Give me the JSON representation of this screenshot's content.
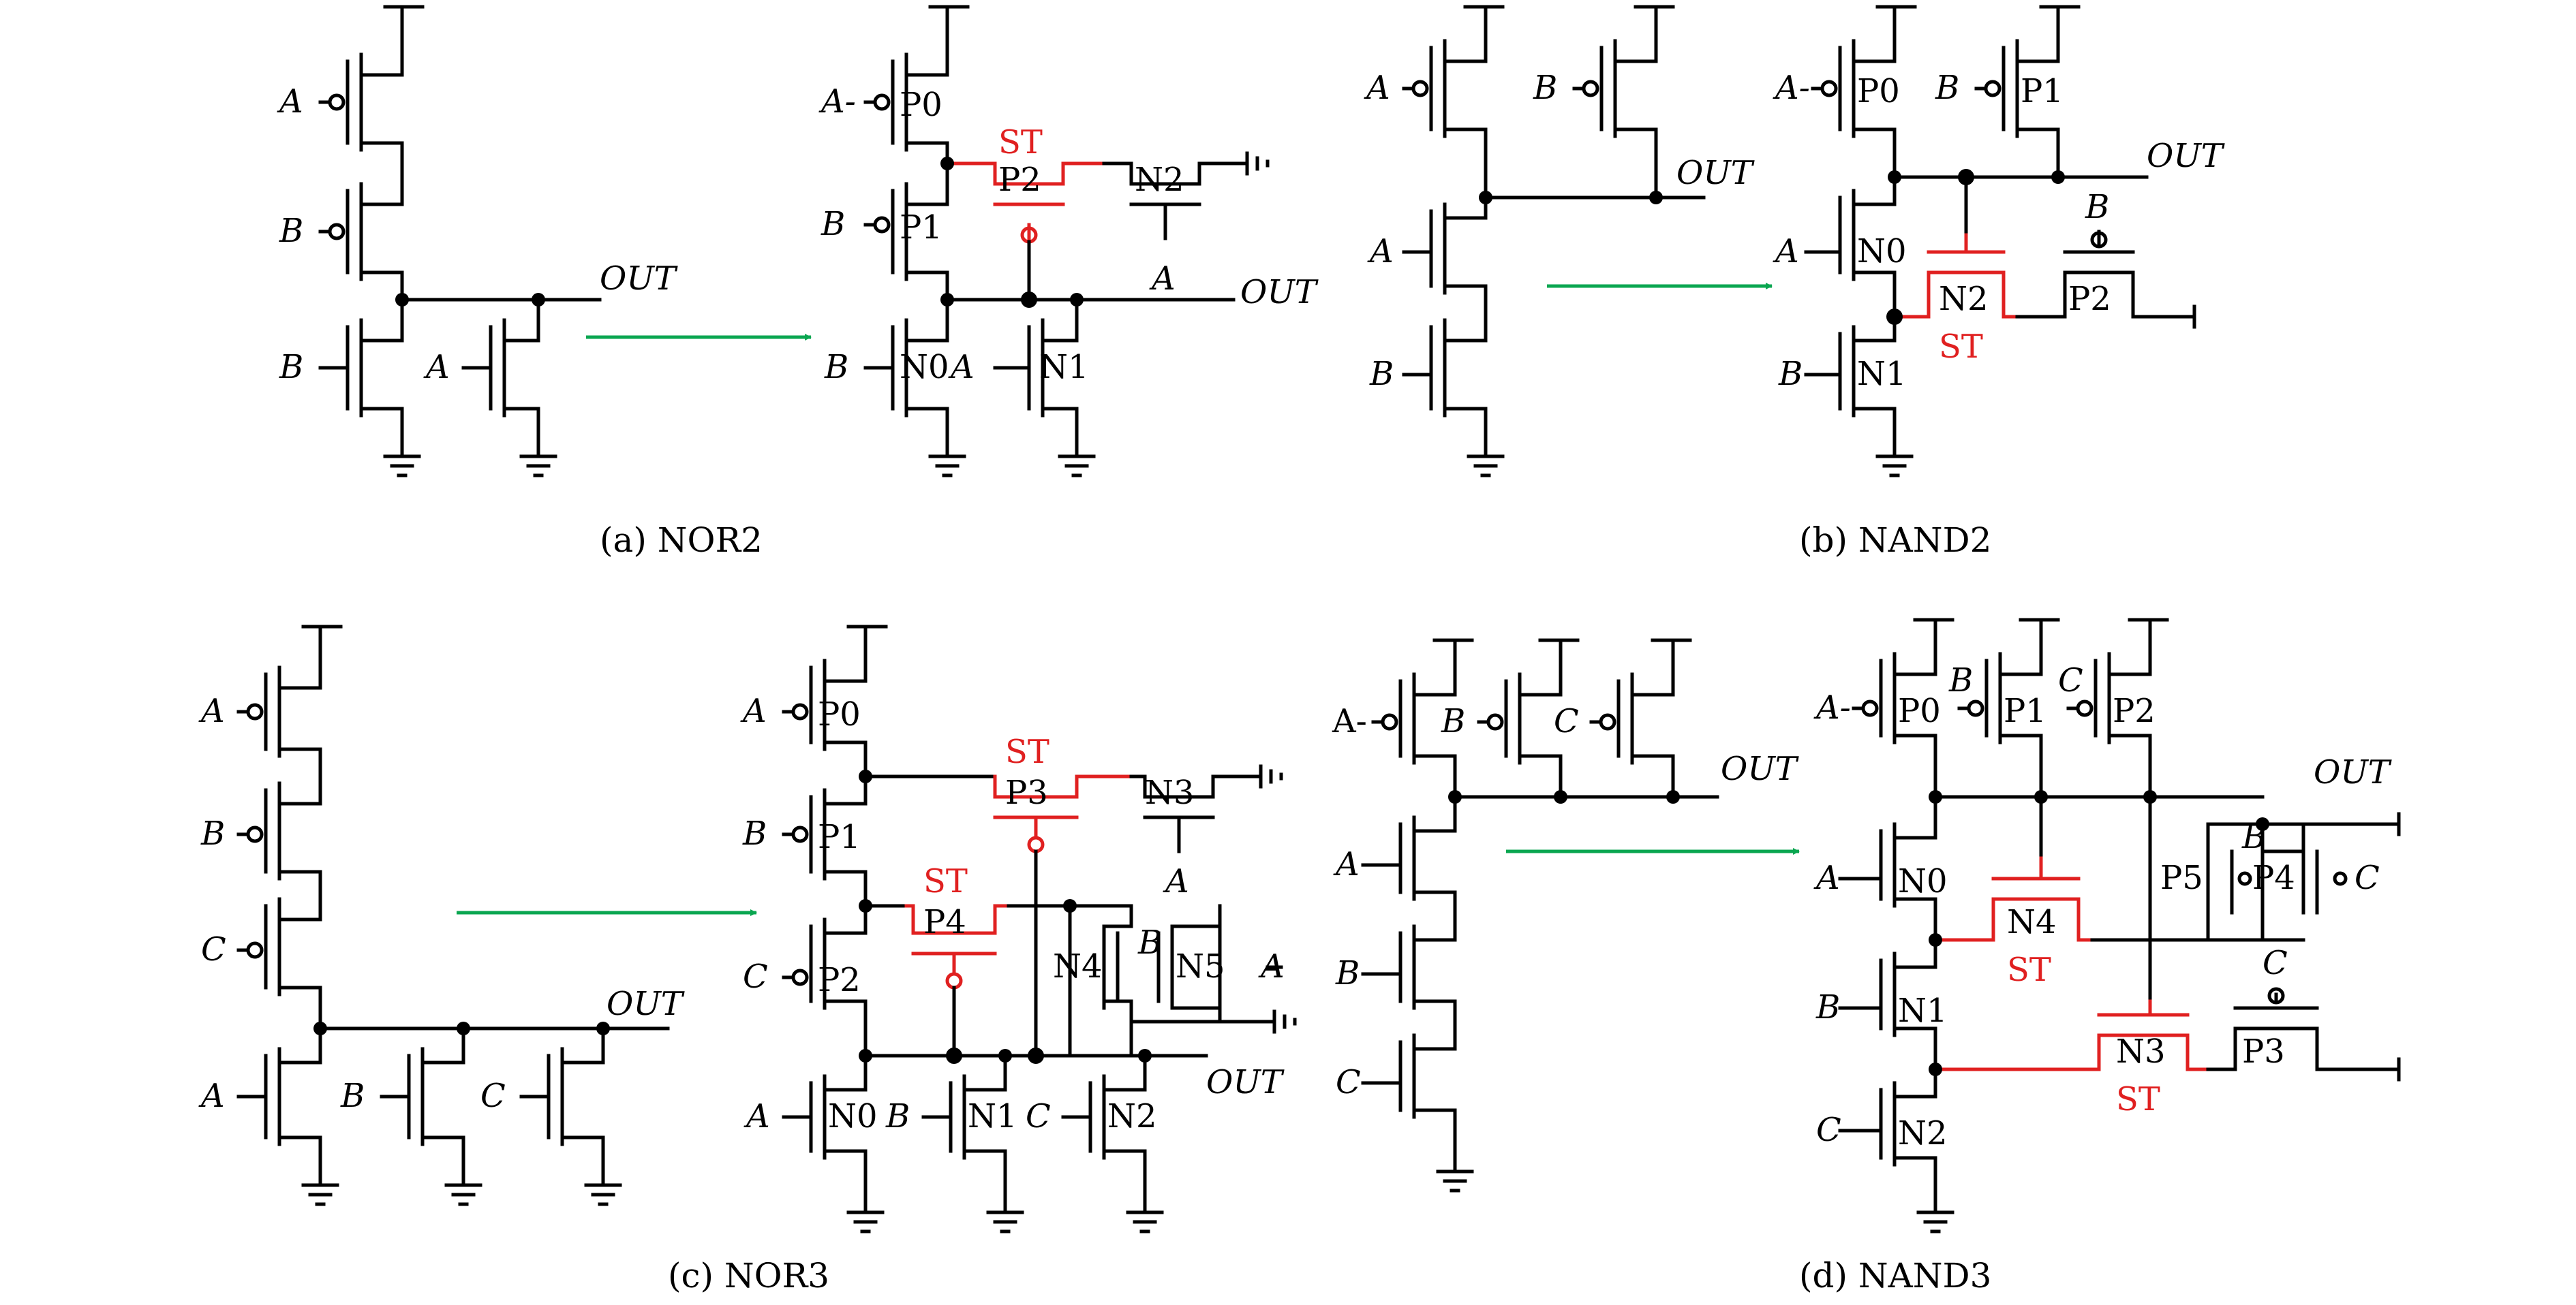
{
  "labels": {
    "A": "A",
    "B": "B",
    "C": "C",
    "OUT": "OUT",
    "ST": "ST",
    "P0": "P0",
    "P1": "P1",
    "P2": "P2",
    "P3": "P3",
    "P4": "P4",
    "P5": "P5",
    "N0": "N0",
    "N1": "N1",
    "N2": "N2",
    "N3": "N3",
    "N4": "N4",
    "N5": "N5",
    "Adash": "A-",
    "N0A": "N0A",
    "N0B": "N0B",
    "N1C": "N1C",
    "P0B": "P0",
    "P1C": "P1"
  },
  "captions": {
    "a": "(a) NOR2",
    "b": "(b) NAND2",
    "c": "(c) NOR3",
    "d": "(d) NAND3"
  },
  "colors": {
    "wire": "#000000",
    "added_transistor": "#e02020",
    "arrow": "#0aa650"
  }
}
